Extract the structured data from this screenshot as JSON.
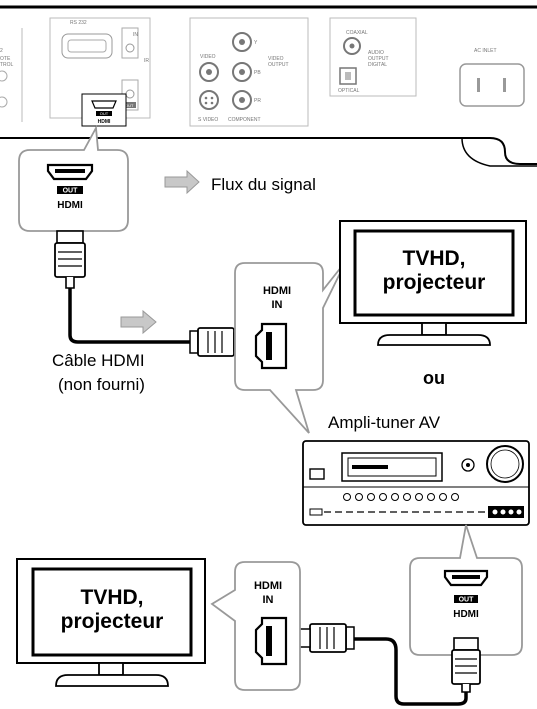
{
  "rear_panel": {
    "rs232": "RS 232",
    "ir_label": "IR",
    "ir_in": "IN",
    "ir_out": "OUT",
    "left_cut_1": "2",
    "left_cut_2": "OTE",
    "left_cut_3": "TROL",
    "video": "VIDEO",
    "y": "Y",
    "pb": "PB",
    "pr": "PR",
    "video_output_1": "VIDEO",
    "video_output_2": "OUTPUT",
    "s_video": "S VIDEO",
    "component": "COMPONENT",
    "coaxial": "COAXIAL",
    "audio_output_1": "AUDIO",
    "audio_output_2": "OUTPUT",
    "digital": "DIGITAL",
    "optical": "OPTICAL",
    "ac_inlet": "AC INLET",
    "hdmi_out_badge": "OUT",
    "hdmi_out_label": "HDMI"
  },
  "callout_source": {
    "badge": "OUT",
    "label": "HDMI"
  },
  "legend": {
    "signal_flow": "Flux du signal"
  },
  "tv_top": {
    "line1": "TVHD,",
    "line2": "projecteur"
  },
  "callout_tv_in_top": {
    "line1": "HDMI",
    "line2": "IN"
  },
  "cable": {
    "line1": "Câble HDMI",
    "line2": "(non fourni)"
  },
  "separator": "ou",
  "receiver": {
    "title": "Ampli-tuner AV"
  },
  "callout_receiver": {
    "badge": "OUT",
    "label": "HDMI"
  },
  "tv_bottom": {
    "line1": "TVHD,",
    "line2": "projecteur"
  },
  "callout_tv_in_bottom": {
    "line1": "HDMI",
    "line2": "IN"
  }
}
